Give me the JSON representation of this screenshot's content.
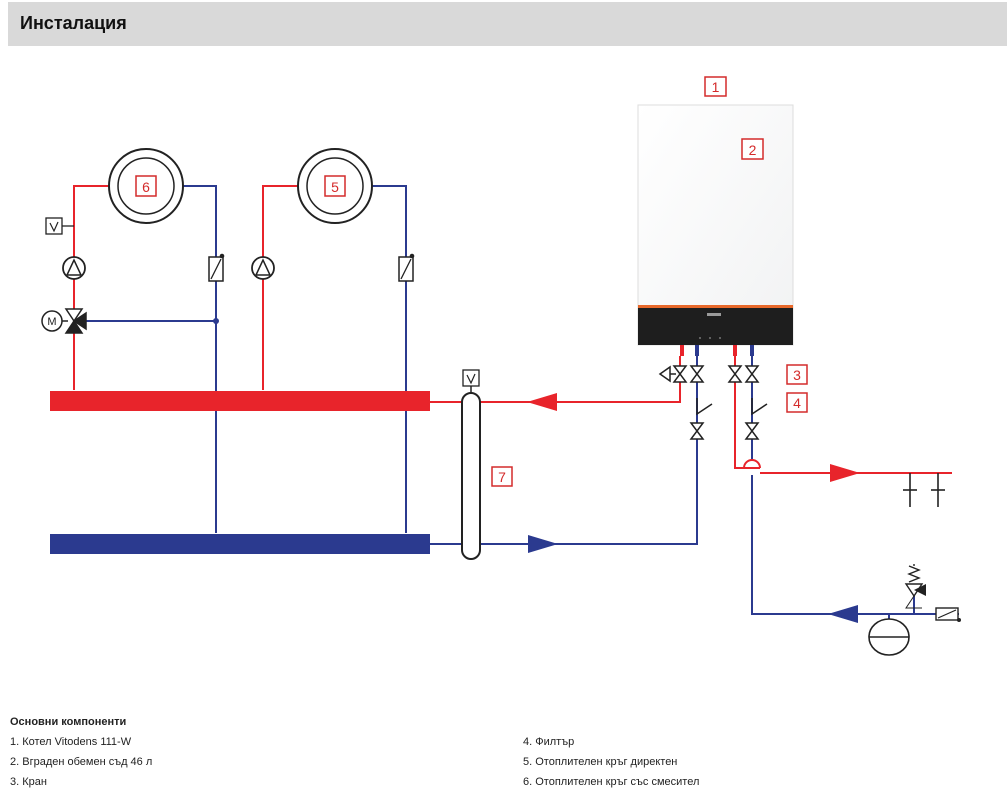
{
  "header": {
    "title": "Инсталация"
  },
  "colors": {
    "supply": "#e8242b",
    "return": "#2b3a8f",
    "callout": "#d42b2b",
    "boiler_panel": "#1e1e1e",
    "boiler_stripe": "#e8692b"
  },
  "callouts": {
    "c1": "1",
    "c2": "2",
    "c3": "3",
    "c4": "4",
    "c5": "5",
    "c6": "6",
    "c7": "7"
  },
  "legend": {
    "title": "Основни компоненти",
    "items": [
      "1. Котел Vitodens 111-W",
      "2. Вграден обемен съд 46 л",
      "3. Кран",
      "4. Филтър",
      "5. Отоплителен кръг директен",
      "6. Отоплителен кръг със смесител"
    ]
  },
  "icons": [
    "thermostat-icon",
    "pump-icon",
    "mixer-valve-icon",
    "motor-icon",
    "check-valve-icon",
    "ball-valve-icon",
    "filter-icon",
    "safety-valve-icon",
    "expansion-vessel-icon",
    "flow-arrow-icon",
    "radiator-icon"
  ]
}
